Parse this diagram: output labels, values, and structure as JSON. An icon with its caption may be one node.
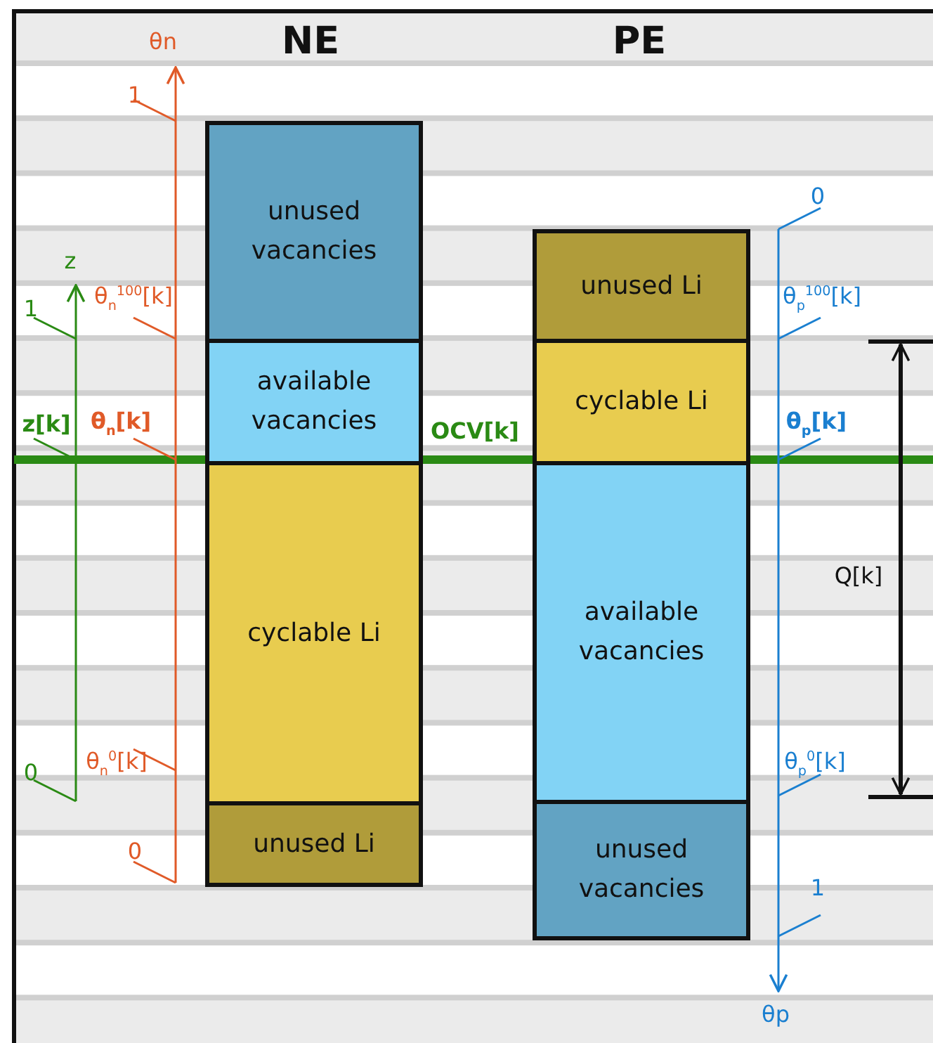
{
  "diagram": {
    "nodes": [
      {
        "text": [
          "unused vacancies"
        ]
      },
      {
        "text": [
          "available vacancies"
        ]
      },
      {
        "text": [
          "cyclable Li"
        ]
      },
      {
        "text": [
          "unused Li"
        ]
      },
      {
        "text": [
          "unused Li"
        ]
      },
      {
        "text": [
          "cyclable Li"
        ]
      },
      {
        "text": [
          "available vacancies"
        ]
      },
      {
        "text": [
          "unused vacancies"
        ]
      }
    ],
    "labels": [
      "NE",
      "PE",
      "θn",
      "1",
      "0",
      "z",
      "θ$_{n}$$^{100}$[k]",
      "1",
      "θ$_{p}$$^{100}$[k]",
      "z[k]",
      "θ$_{n}$[k]",
      "OCV[k]",
      "θ$_{p}$[k]",
      "Q[k]",
      "0",
      "θ$_{n}$$^{0}$[k]",
      "θ$_{p}$$^{0}$[k]",
      "0",
      "1",
      "θp"
    ]
  }
}
